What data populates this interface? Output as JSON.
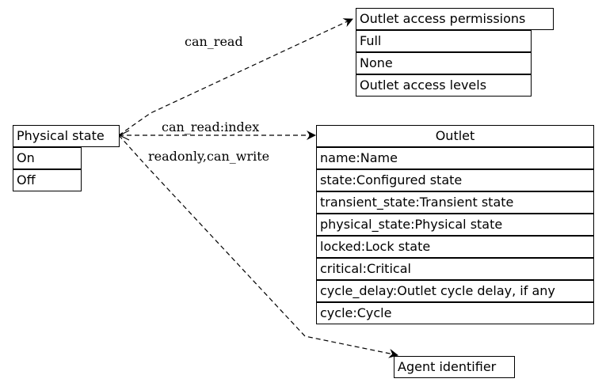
{
  "nodes": {
    "outlet_access_permissions": {
      "title": "Outlet access permissions",
      "items": [
        "Full",
        "None",
        "Outlet access levels"
      ]
    },
    "physical_state": {
      "title": "Physical state",
      "items": [
        "On",
        "Off"
      ]
    },
    "outlet": {
      "title": "Outlet",
      "items": [
        "name:Name",
        "state:Configured state",
        "transient_state:Transient state",
        "physical_state:Physical state",
        "locked:Lock state",
        "critical:Critical",
        "cycle_delay:Outlet cycle delay, if any",
        "cycle:Cycle"
      ]
    },
    "agent_identifier": {
      "title": "Agent identifier"
    }
  },
  "edges": {
    "to_permissions": "can_read",
    "to_outlet": "can_read:index",
    "to_agent": "readonly,can_write"
  }
}
